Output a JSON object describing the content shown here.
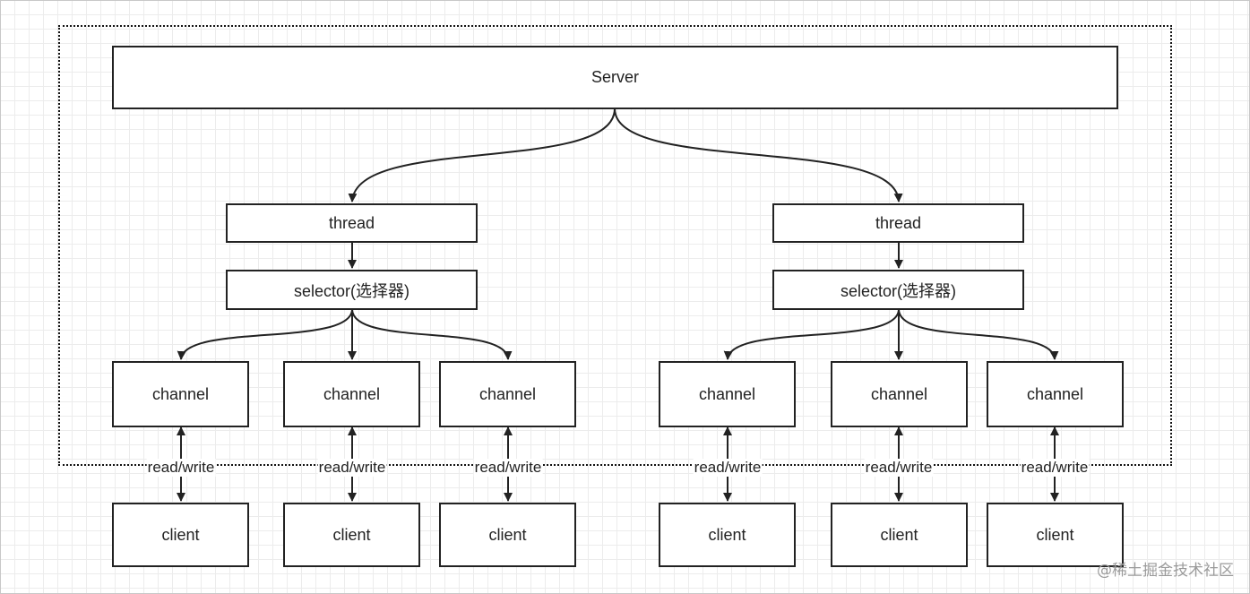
{
  "diagram": {
    "server": "Server",
    "groups": [
      {
        "thread": "thread",
        "selector": "selector(选择器)",
        "channels": [
          "channel",
          "channel",
          "channel"
        ],
        "links": [
          "read/write",
          "read/write",
          "read/write"
        ],
        "clients": [
          "client",
          "client",
          "client"
        ]
      },
      {
        "thread": "thread",
        "selector": "selector(选择器)",
        "channels": [
          "channel",
          "channel",
          "channel"
        ],
        "links": [
          "read/write",
          "read/write",
          "read/write"
        ],
        "clients": [
          "client",
          "client",
          "client"
        ]
      }
    ]
  },
  "watermark": "@稀土掘金技术社区"
}
